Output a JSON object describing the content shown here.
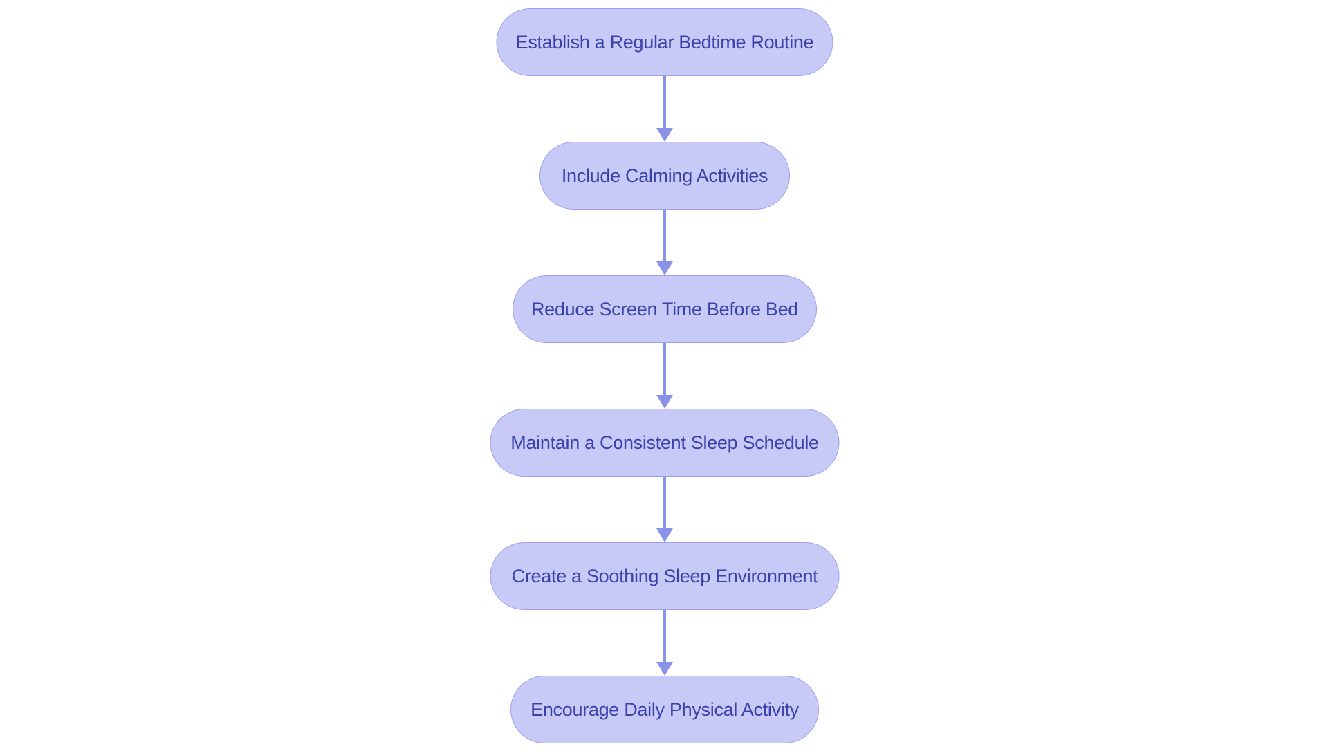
{
  "diagram": {
    "type": "flowchart",
    "direction": "top-to-bottom",
    "nodes": [
      {
        "id": "1",
        "label": "Establish a Regular Bedtime Routine"
      },
      {
        "id": "2",
        "label": "Include Calming Activities"
      },
      {
        "id": "3",
        "label": "Reduce Screen Time Before Bed"
      },
      {
        "id": "4",
        "label": "Maintain a Consistent Sleep Schedule"
      },
      {
        "id": "5",
        "label": "Create a Soothing Sleep Environment"
      },
      {
        "id": "6",
        "label": "Encourage Daily Physical Activity"
      }
    ],
    "edges": [
      {
        "from": "1",
        "to": "2"
      },
      {
        "from": "2",
        "to": "3"
      },
      {
        "from": "3",
        "to": "4"
      },
      {
        "from": "4",
        "to": "5"
      },
      {
        "from": "5",
        "to": "6"
      }
    ],
    "colors": {
      "background": "#ffffff",
      "node_fill": "#c7caf7",
      "node_border": "#9aa1ec",
      "node_text": "#3b41ab",
      "arrow": "#8a91e8"
    }
  }
}
